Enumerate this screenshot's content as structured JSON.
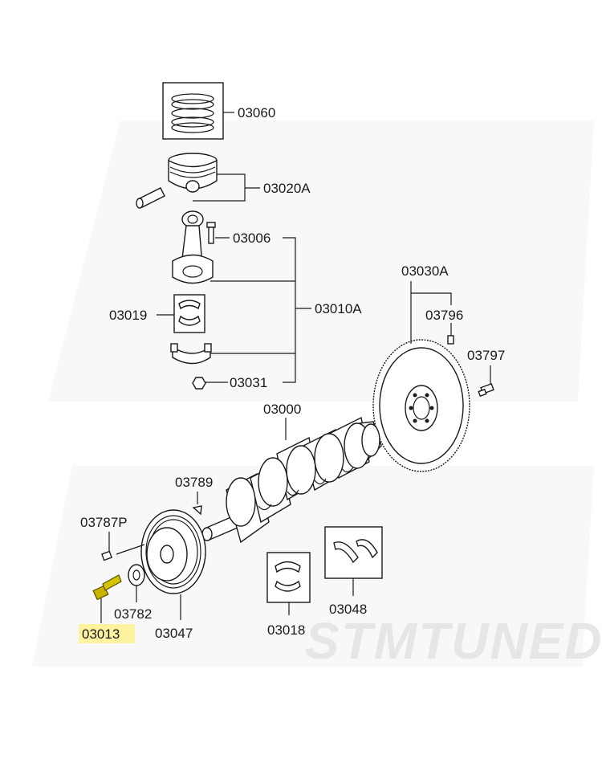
{
  "diagram": {
    "watermark": "STMTUNED",
    "highlight_color": "#fff3a0",
    "highlight_part_color": "#c9b400",
    "labels": {
      "p03060": "03060",
      "p03020A": "03020A",
      "p03006": "03006",
      "p03010A": "03010A",
      "p03019": "03019",
      "p03031": "03031",
      "p03030A": "03030A",
      "p03796": "03796",
      "p03797": "03797",
      "p03000": "03000",
      "p03789": "03789",
      "p03787P": "03787P",
      "p03782": "03782",
      "p03047": "03047",
      "p03018": "03018",
      "p03048": "03048",
      "p03013": "03013"
    }
  }
}
